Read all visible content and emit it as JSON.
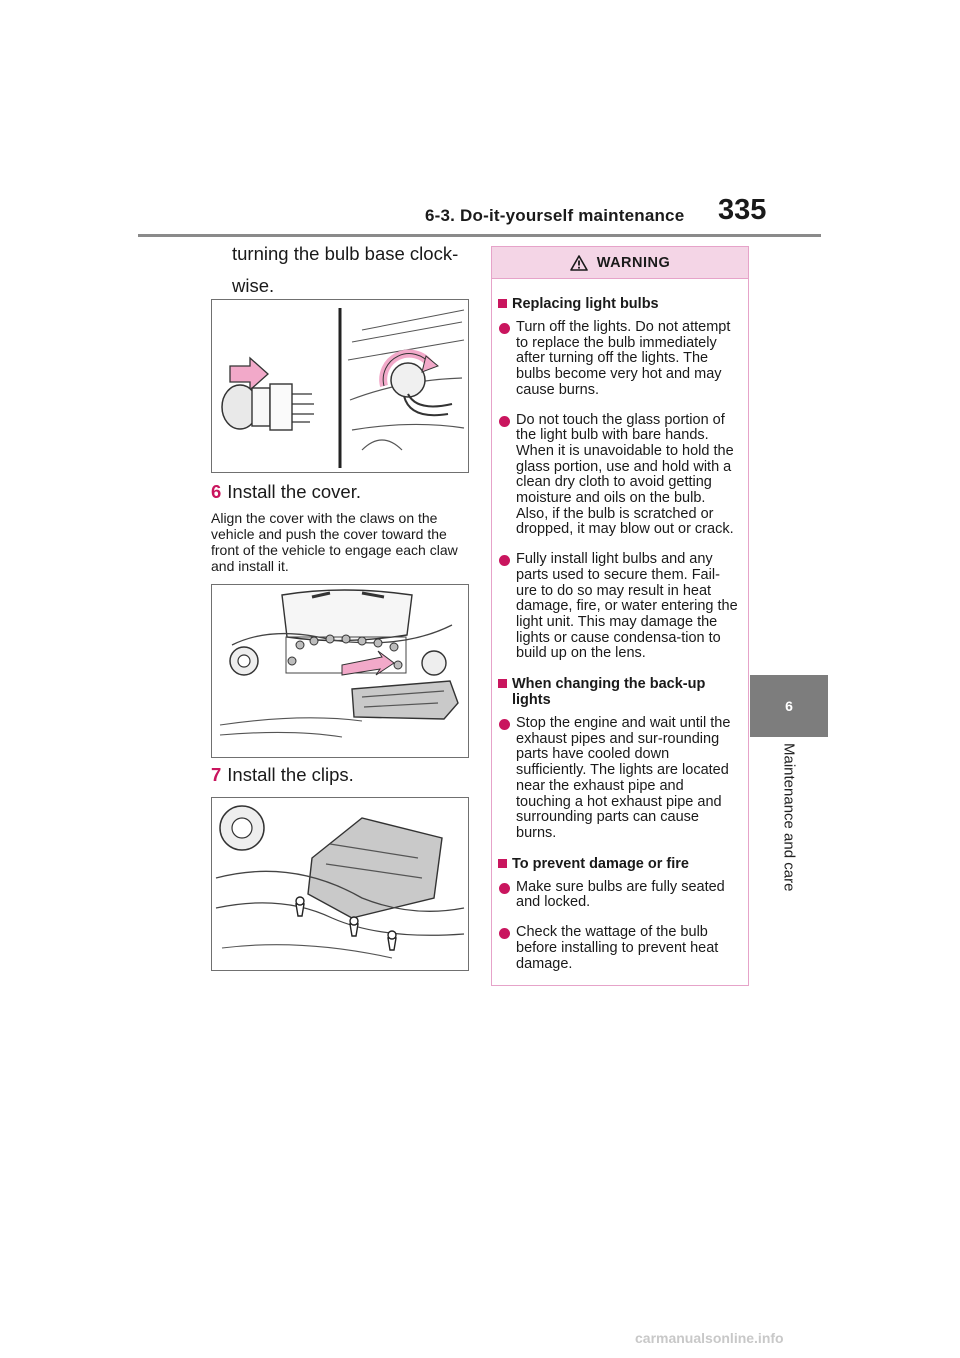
{
  "header": {
    "section": "6-3. Do-it-yourself maintenance",
    "page_number": "335"
  },
  "side_tab": {
    "number": "6",
    "label": "Maintenance and care"
  },
  "main": {
    "continued_text": "turning the bulb base clock-wise.",
    "step6": {
      "number": "6",
      "text": "Install the cover."
    },
    "step6_note": "Align the cover with the claws on the vehicle and push the cover toward the front of the vehicle to engage each claw and install it.",
    "step7": {
      "number": "7",
      "text": "Install the clips."
    }
  },
  "warning": {
    "title": "WARNING",
    "sections": [
      {
        "heading": "Replacing light bulbs",
        "items": [
          "Turn off the lights. Do not attempt to replace the bulb immediately after turning off the lights. The bulbs become very hot and may cause burns.",
          "Do not touch the glass portion of the light bulb with bare hands. When it is unavoidable to hold the glass portion, use and hold with a clean dry cloth to avoid getting moisture and oils on the bulb. Also, if the bulb is scratched or dropped, it may blow out or crack.",
          "Fully install light bulbs and any parts used to secure them. Fail-ure to do so may result in heat damage, fire, or water entering the light unit. This may damage the lights or cause condensa-tion to build up on the lens."
        ]
      },
      {
        "heading": "When changing the back-up lights",
        "items": [
          "Stop the engine and wait until the exhaust pipes and sur-rounding parts have cooled down sufficiently. The lights are located near the exhaust pipe and touching a hot exhaust pipe and surrounding parts can cause burns."
        ]
      },
      {
        "heading": "To prevent damage or fire",
        "items": [
          "Make sure bulbs are fully seated and locked.",
          "Check the wattage of the bulb before installing to prevent heat damage."
        ]
      }
    ]
  },
  "colors": {
    "accent": "#c9155e",
    "warning_header_bg": "#f4d5e6",
    "warning_border": "#e6a3c9",
    "tab_gray": "#7d7d7d",
    "arrow_pink": "#f2a9c9"
  },
  "watermark": "carmanualsonline.info"
}
